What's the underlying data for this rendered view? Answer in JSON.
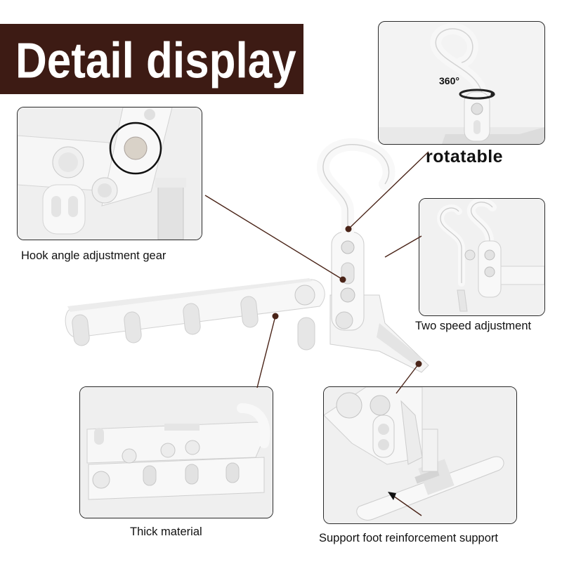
{
  "header": {
    "title": "Detail display"
  },
  "callouts": {
    "rotatable": "rotatable",
    "rotation_angle": "360°",
    "hook_gear": "Hook angle adjustment gear",
    "two_speed": "Two speed adjustment",
    "thick_material": "Thick material",
    "support_foot": "Support foot reinforcement support"
  },
  "colors": {
    "banner": "#3d1b14",
    "accent_dot": "#4a2418",
    "plastic": "#f4f4f4"
  }
}
